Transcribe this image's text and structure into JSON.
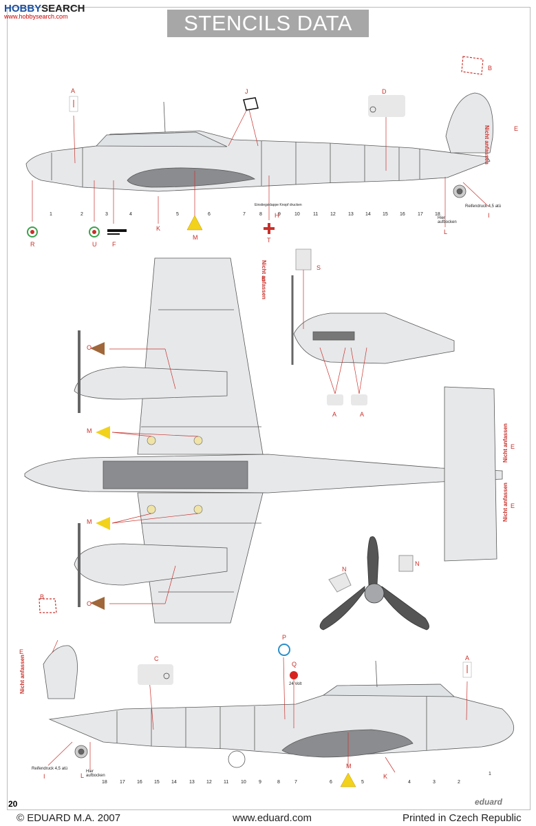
{
  "header": {
    "title": "STENCILS DATA"
  },
  "watermark": {
    "prefix": "HOBBY",
    "text": "SEARCH",
    "sub": "www.hobbysearch.com"
  },
  "page_number": "20",
  "brand": "eduard",
  "footer": {
    "copyright": "© EDUARD M.A. 2007",
    "website": "www.eduard.com",
    "printed": "Printed in Czech Republic"
  },
  "top_view": {
    "letters": [
      "A",
      "J",
      "D",
      "B",
      "E",
      "R",
      "U",
      "F",
      "K",
      "M",
      "H",
      "T",
      "L",
      "I"
    ],
    "numbers": [
      "1",
      "2",
      "3",
      "4",
      "5",
      "6",
      "7",
      "8",
      "9",
      "10",
      "11",
      "12",
      "13",
      "14",
      "15",
      "16",
      "17",
      "18"
    ],
    "nicht": "Nicht anfassen",
    "reifendruck": "Reifendruck 4,5 atü",
    "hier": "Hier aufbocken",
    "fuel": "Einstiegsklappe Knopf drucken"
  },
  "plan_view": {
    "letters": [
      "E",
      "O",
      "M",
      "M",
      "O",
      "E",
      "E",
      "S",
      "A",
      "A",
      "N",
      "N"
    ],
    "nicht_1": "Nicht anfassen",
    "nicht_2": "Nicht anfassen",
    "nicht_3": "Nicht anfassen"
  },
  "bottom_view": {
    "letters": [
      "B",
      "E",
      "C",
      "P",
      "Q",
      "A",
      "I",
      "L",
      "M",
      "K"
    ],
    "numbers": [
      "18",
      "17",
      "16",
      "15",
      "14",
      "13",
      "12",
      "11",
      "10",
      "9",
      "8",
      "7",
      "6",
      "5",
      "4",
      "3",
      "2",
      "1"
    ],
    "nicht": "Nicht anfassen",
    "volt": "24 Volt",
    "reifendruck": "Reifendruck 4,5 atü",
    "hier": "Hier aufbocken"
  },
  "colors": {
    "title_bg": "#a7a7a7",
    "callout": "#c8302a",
    "aircraft": "#e7e8ea",
    "wing_dark": "#8a8c8f",
    "warn_yellow": "#f2d21a",
    "stripe_brown": "#a0673a"
  }
}
